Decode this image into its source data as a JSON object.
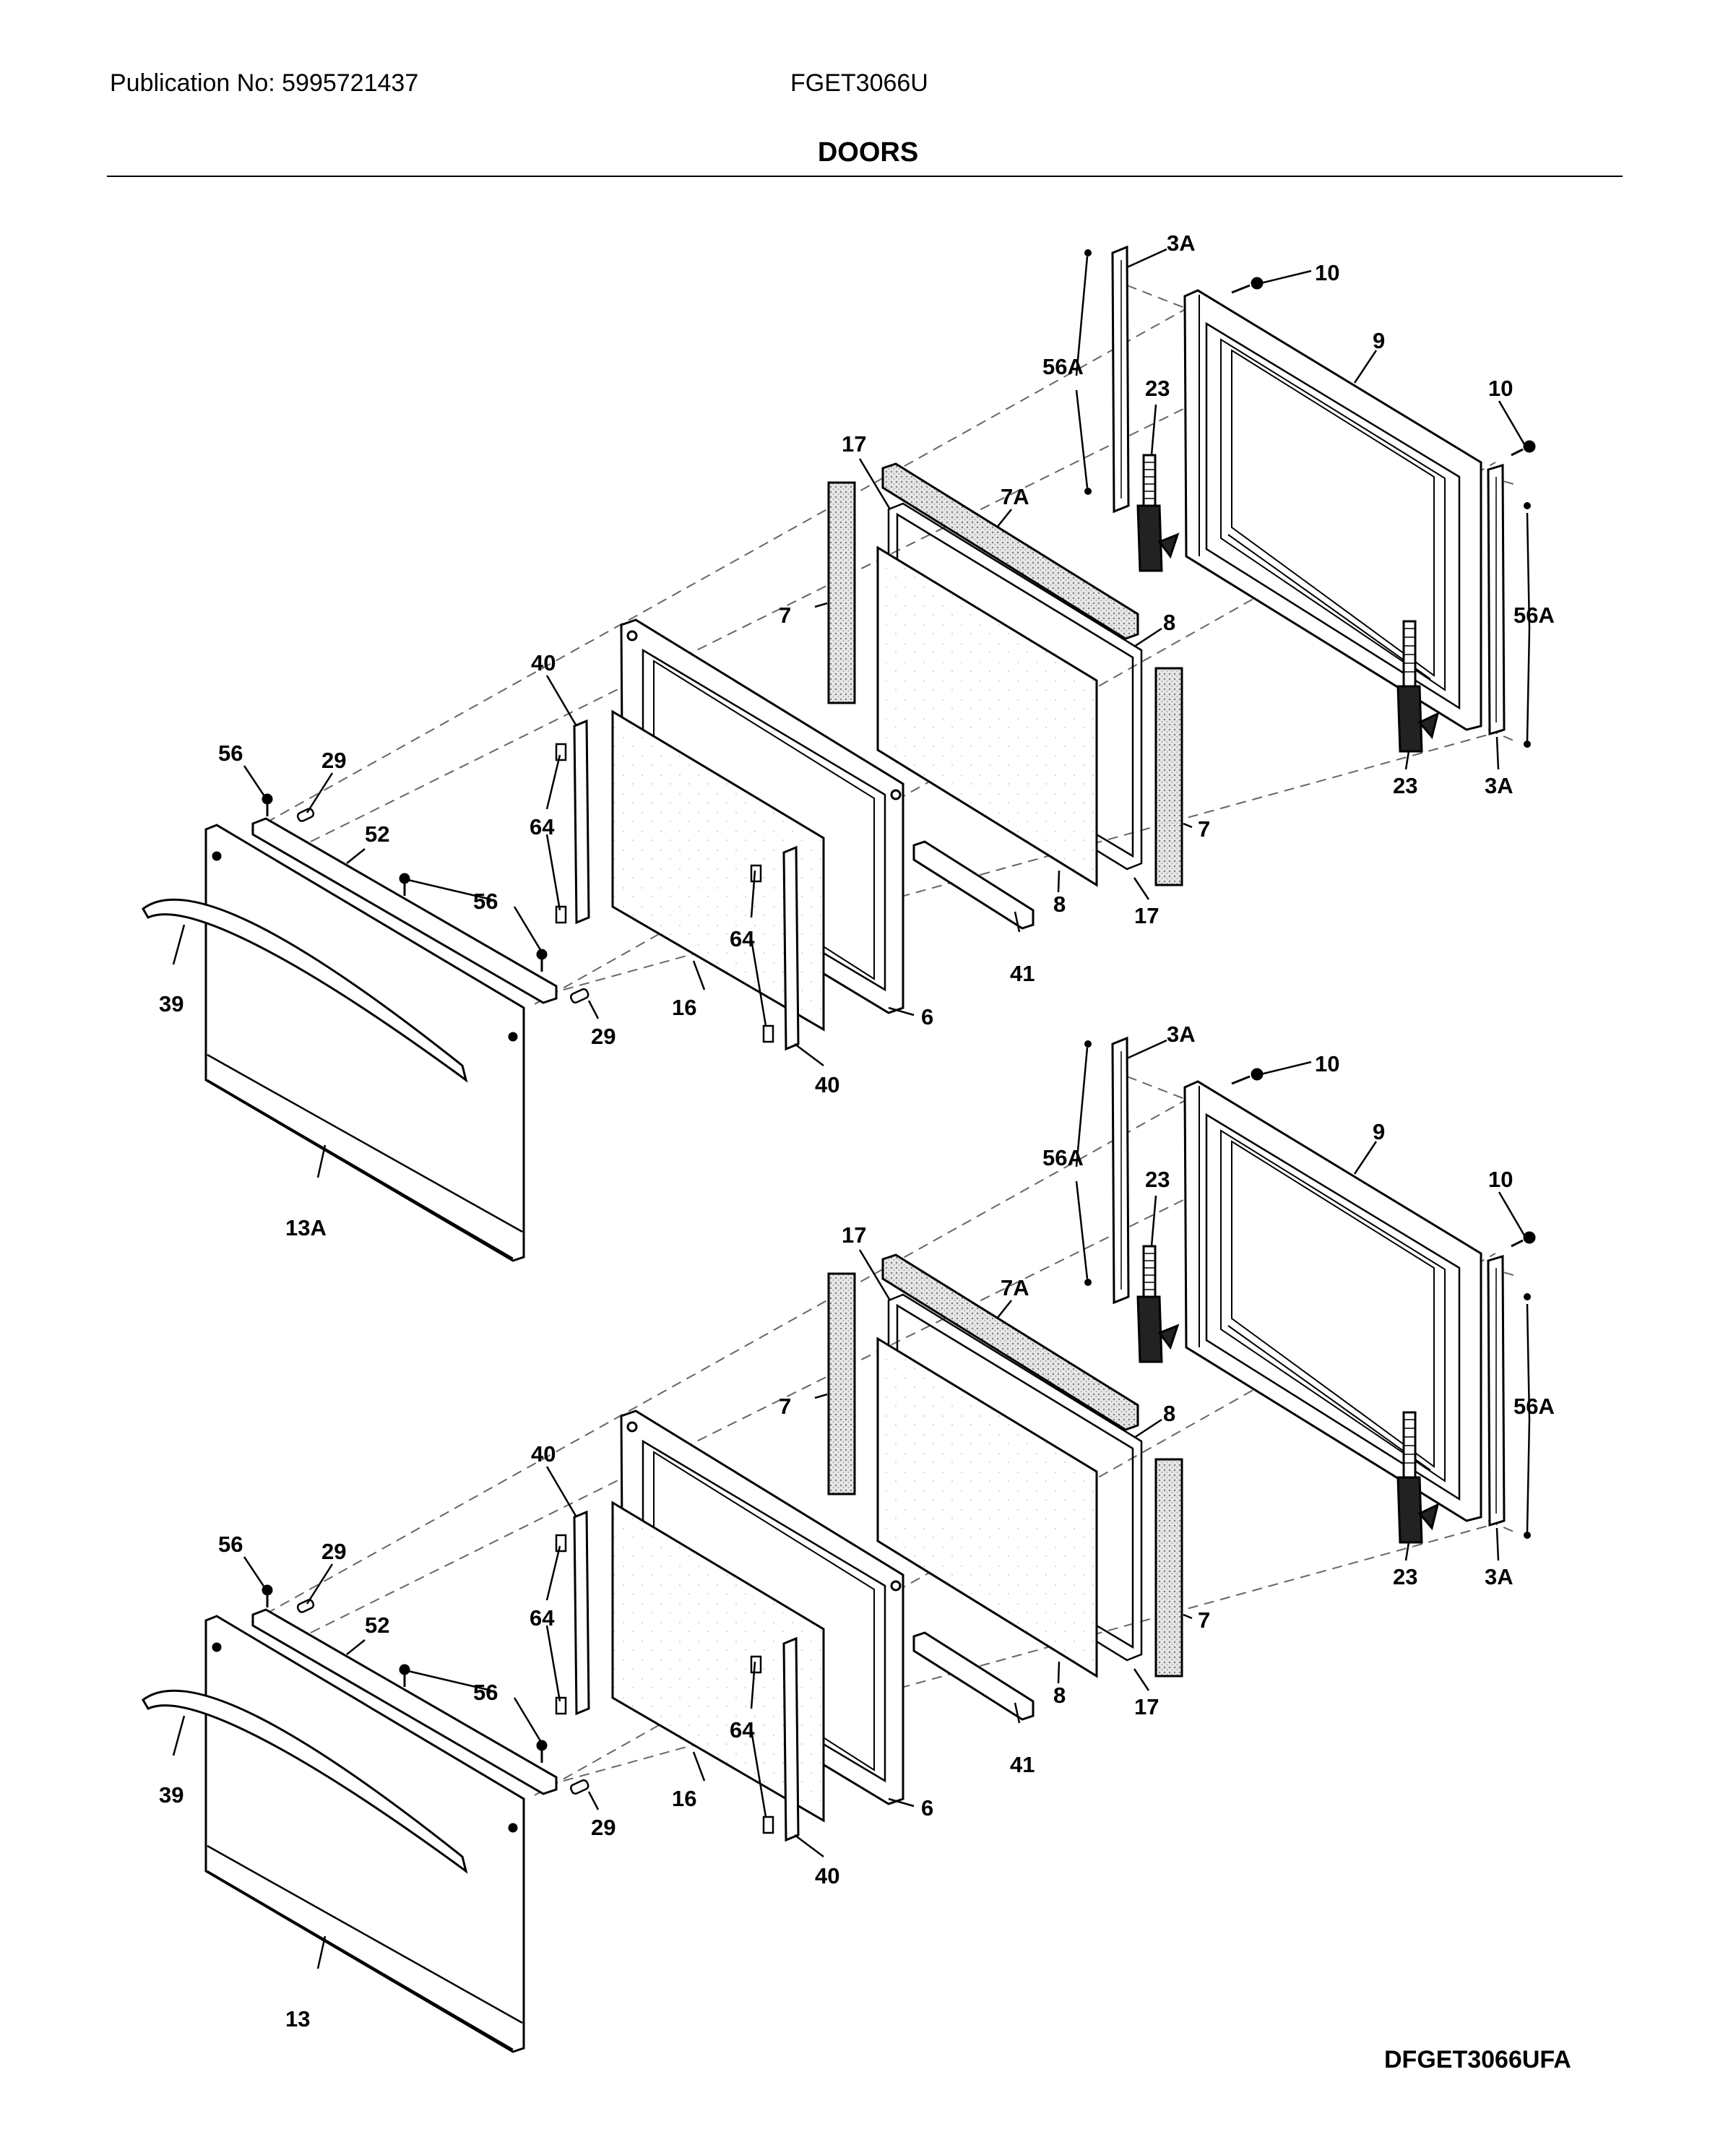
{
  "header": {
    "publication": "Publication No: 5995721437",
    "model": "FGET3066U"
  },
  "section_title": "DOORS",
  "diagram_code": "DFGET3066UFA",
  "upper_door_labels": {
    "l3A_top": "3A",
    "l10_top": "10",
    "l9": "9",
    "l56A_left": "56A",
    "l23_left": "23",
    "l10_right": "10",
    "l17_top": "17",
    "l7A": "7A",
    "l7_left": "7",
    "l8_top": "8",
    "l56A_right": "56A",
    "l40_top": "40",
    "l56_top": "56",
    "l29_top": "29",
    "l52": "52",
    "l64_left": "64",
    "l56_mid": "56",
    "l23_bottom": "23",
    "l3A_bottom": "3A",
    "l7_right": "7",
    "l8_bottom": "8",
    "l17_bottom": "17",
    "l41": "41",
    "l39": "39",
    "l64_right": "64",
    "l29_bottom": "29",
    "l16": "16",
    "l6": "6",
    "l40_bottom": "40",
    "l13": "13A"
  },
  "lower_door_labels": {
    "l3A_top": "3A",
    "l10_top": "10",
    "l9": "9",
    "l56A_left": "56A",
    "l23_left": "23",
    "l10_right": "10",
    "l17_top": "17",
    "l7A": "7A",
    "l7_left": "7",
    "l8_top": "8",
    "l56A_right": "56A",
    "l40_top": "40",
    "l56_top": "56",
    "l29_top": "29",
    "l52": "52",
    "l64_left": "64",
    "l56_mid": "56",
    "l23_bottom": "23",
    "l3A_bottom": "3A",
    "l7_right": "7",
    "l8_bottom": "8",
    "l17_bottom": "17",
    "l41": "41",
    "l39": "39",
    "l64_right": "64",
    "l29_bottom": "29",
    "l16": "16",
    "l6": "6",
    "l40_bottom": "40",
    "l13": "13"
  }
}
